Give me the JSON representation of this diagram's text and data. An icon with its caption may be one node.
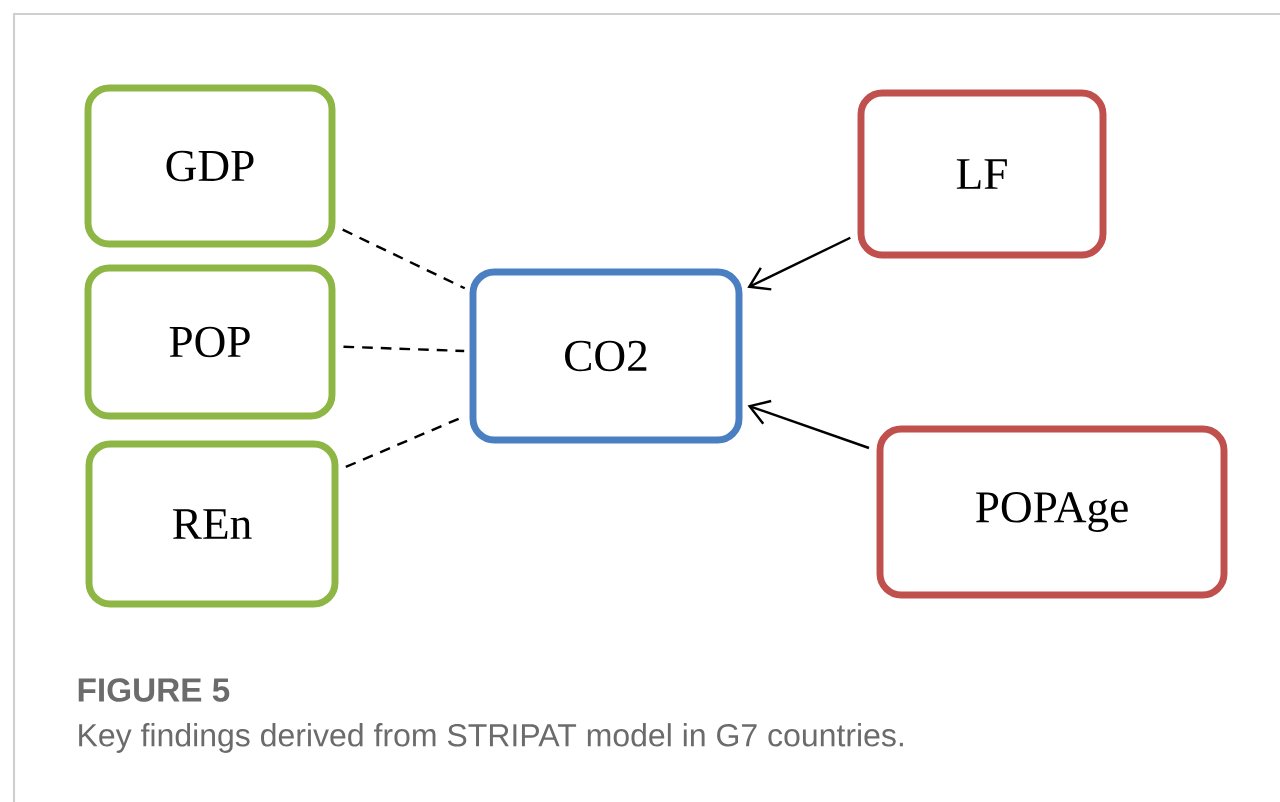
{
  "diagram": {
    "title": "FIGURE 5",
    "caption": "Key findings derived from STRIPAT model in G7 countries.",
    "nodes": [
      {
        "text": [
          "GDP"
        ]
      },
      {
        "text": [
          "POP"
        ]
      },
      {
        "text": [
          "REn"
        ]
      },
      {
        "text": [
          "CO2"
        ]
      },
      {
        "text": [
          "LF"
        ]
      },
      {
        "text": [
          "POPAge"
        ]
      }
    ],
    "edges": [
      {
        "from": 0,
        "to": 3,
        "arrow": "none",
        "style": "dashed"
      },
      {
        "from": 1,
        "to": 3,
        "arrow": "none",
        "style": "dashed"
      },
      {
        "from": 2,
        "to": 3,
        "arrow": "none",
        "style": "dashed"
      },
      {
        "from": 4,
        "to": 3,
        "arrow": "to"
      },
      {
        "from": 5,
        "to": 3,
        "arrow": "to"
      }
    ]
  }
}
